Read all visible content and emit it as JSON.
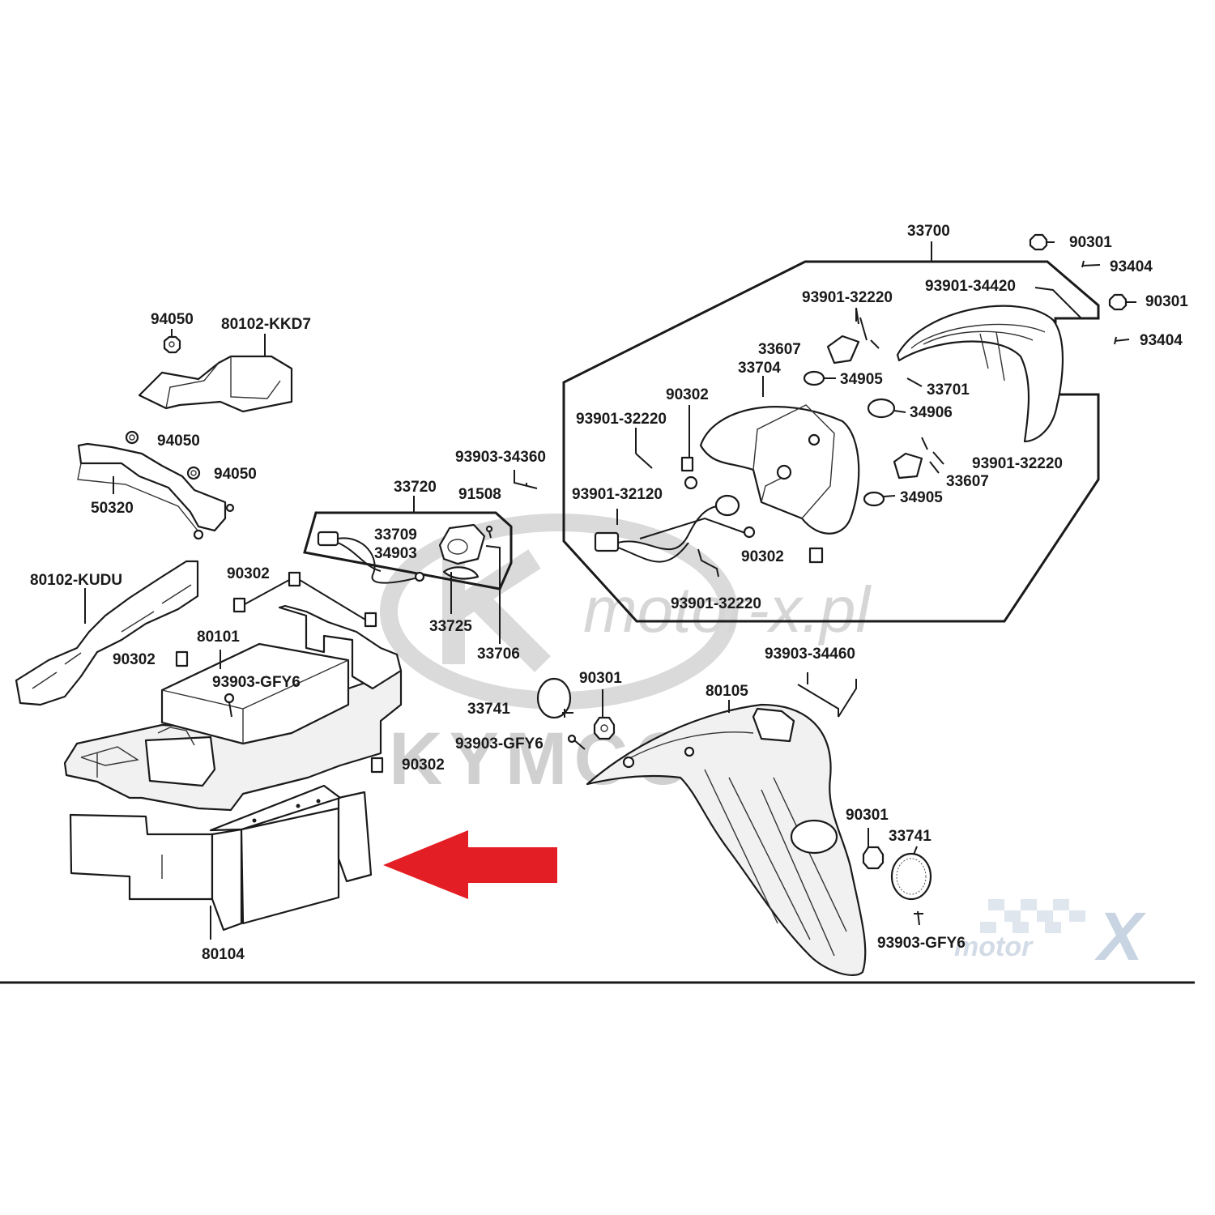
{
  "watermarks": {
    "site": "motor-x.pl",
    "brand": "KYMCO",
    "logo_word": "motor",
    "logo_letter": "X"
  },
  "colors": {
    "arrow": "#e31e24",
    "line": "#1a1a1a",
    "watermark": "#d4d4d4"
  },
  "groups": [
    {
      "id": "33700",
      "label": "33700"
    },
    {
      "id": "33720",
      "label": "33720"
    }
  ],
  "labels": {
    "p_94050_a": "94050",
    "p_80102_kkd7": "80102-KKD7",
    "p_94050_b": "94050",
    "p_94050_c": "94050",
    "p_50320": "50320",
    "p_80102_kudu": "80102-KUDU",
    "p_90302_a": "90302",
    "p_80101": "80101",
    "p_90302_b": "90302",
    "p_93903_gfy6_a": "93903-GFY6",
    "p_90302_c": "90302",
    "p_80104": "80104",
    "p_33720": "33720",
    "p_93903_34360": "93903-34360",
    "p_91508": "91508",
    "p_33709": "33709",
    "p_34903": "34903",
    "p_33725": "33725",
    "p_33706": "33706",
    "p_33700": "33700",
    "p_90301_a": "90301",
    "p_93404_a": "93404",
    "p_93901_34420": "93901-34420",
    "p_90301_b": "90301",
    "p_93404_b": "93404",
    "p_93901_32220_a": "93901-32220",
    "p_33607_a": "33607",
    "p_33704": "33704",
    "p_34905_a": "34905",
    "p_33701": "33701",
    "p_90302_d": "90302",
    "p_34906": "34906",
    "p_93901_32220_b": "93901-32220",
    "p_93901_32220_c": "93901-32220",
    "p_33607_b": "33607",
    "p_93901_32120": "93901-32120",
    "p_34905_b": "34905",
    "p_90302_e": "90302",
    "p_93901_32220_d": "93901-32220",
    "p_93903_34460": "93903-34460",
    "p_90301_c": "90301",
    "p_80105": "80105",
    "p_33741_a": "33741",
    "p_93903_gfy6_b": "93903-GFY6",
    "p_90301_d": "90301",
    "p_33741_b": "33741",
    "p_93903_gfy6_c": "93903-GFY6"
  }
}
